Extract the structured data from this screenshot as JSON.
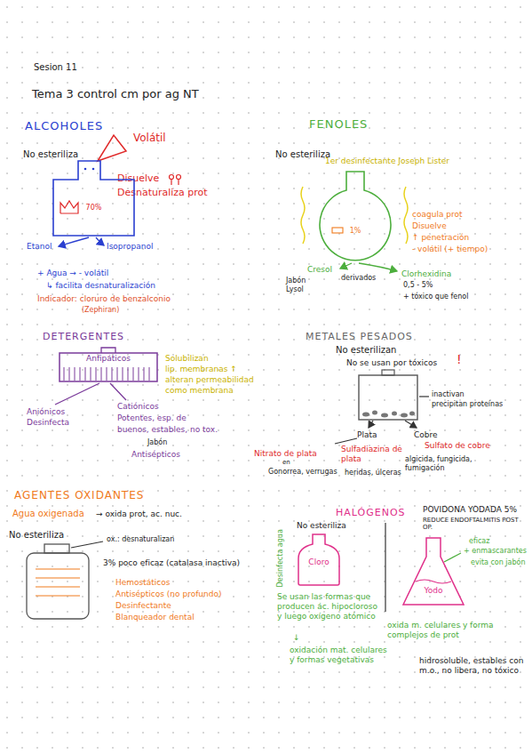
{
  "diagram": {
    "title": "Tema 3 control cm por ag NT",
    "nodes": [
      {
        "text": [
          "70%"
        ]
      },
      {
        "text": [
          "1%"
        ]
      },
      {
        "text": [
          "Anfipáticos"
        ]
      },
      {
        "text": [
          "Cloro"
        ]
      },
      {
        "text": [
          "Yodo"
        ]
      }
    ],
    "labels": [
      "Sesion 11",
      "ALCOHOLES",
      "No esteriliza",
      "Volátil",
      "Disuelve",
      "Desnaturaliza prot",
      "Etanol",
      "Isopropanol",
      "+ Agua → - volátil",
      "↳ facilita desnaturalización",
      "Indicador: cloruro de benzalconio",
      "(Zephiran)",
      "FENOLES",
      "No esteriliza",
      "1er desinfectante Joseph Lister",
      "coagula prot",
      "Disuelve",
      "↑ penetración",
      "- volátil (+ tiempo)",
      "Cresol",
      "derivados",
      "Jabón Lysol",
      "Clorhexidina",
      "0,5 - 5%",
      "+ tóxico que fenol",
      "DETERGENTES",
      "Solubilizan",
      "lip. membranas ↑",
      "alteran permeabilidad",
      "como membrana",
      "Aniónicos",
      "Desinfecta",
      "Catiónicos",
      "Potentes, esp. de",
      "buenos, estables, no tox.",
      "Jabón",
      "Antisépticos",
      "METALES PESADOS",
      "No esterilizan",
      "No se usan por tóxicos",
      "!",
      "inactivan",
      "precipitan proteínas",
      "Plata",
      "Cobre",
      "Nitrato de plata",
      "en",
      "Gonorrea, verrugas",
      "Sulfadiazina de plata",
      "heridas, úlceras",
      "Sulfato de cobre",
      "algicida, fungicida, fumigación",
      "AGENTES OXIDANTES",
      "Agua oxigenada",
      "→ oxida prot, ac. nuc.",
      "No esteriliza",
      "ox.: desnaturalizan",
      "3% poco eficaz (catalasa inactiva)",
      "Hemostáticos",
      "Antisépticos (no profundo)",
      "Desinfectante",
      "Blanqueador dental",
      "HALÓGENOS",
      "No esteriliza",
      "Desinfecta agua",
      "Se usan las formas que producen ác. hipocloroso y luego oxígeno atómico",
      "↓",
      "oxidación mat. celulares y formas vegetativas",
      "POVIDONA YODADA 5%",
      "REDUCE ENDOFTALMITIS POST OP.",
      "eficaz",
      "+ enmascarantes",
      "evita con jabón",
      "oxida m. celulares y forma complejos de prot",
      "hidrosoluble, estables con m.o., no libera, no tóxico"
    ]
  }
}
